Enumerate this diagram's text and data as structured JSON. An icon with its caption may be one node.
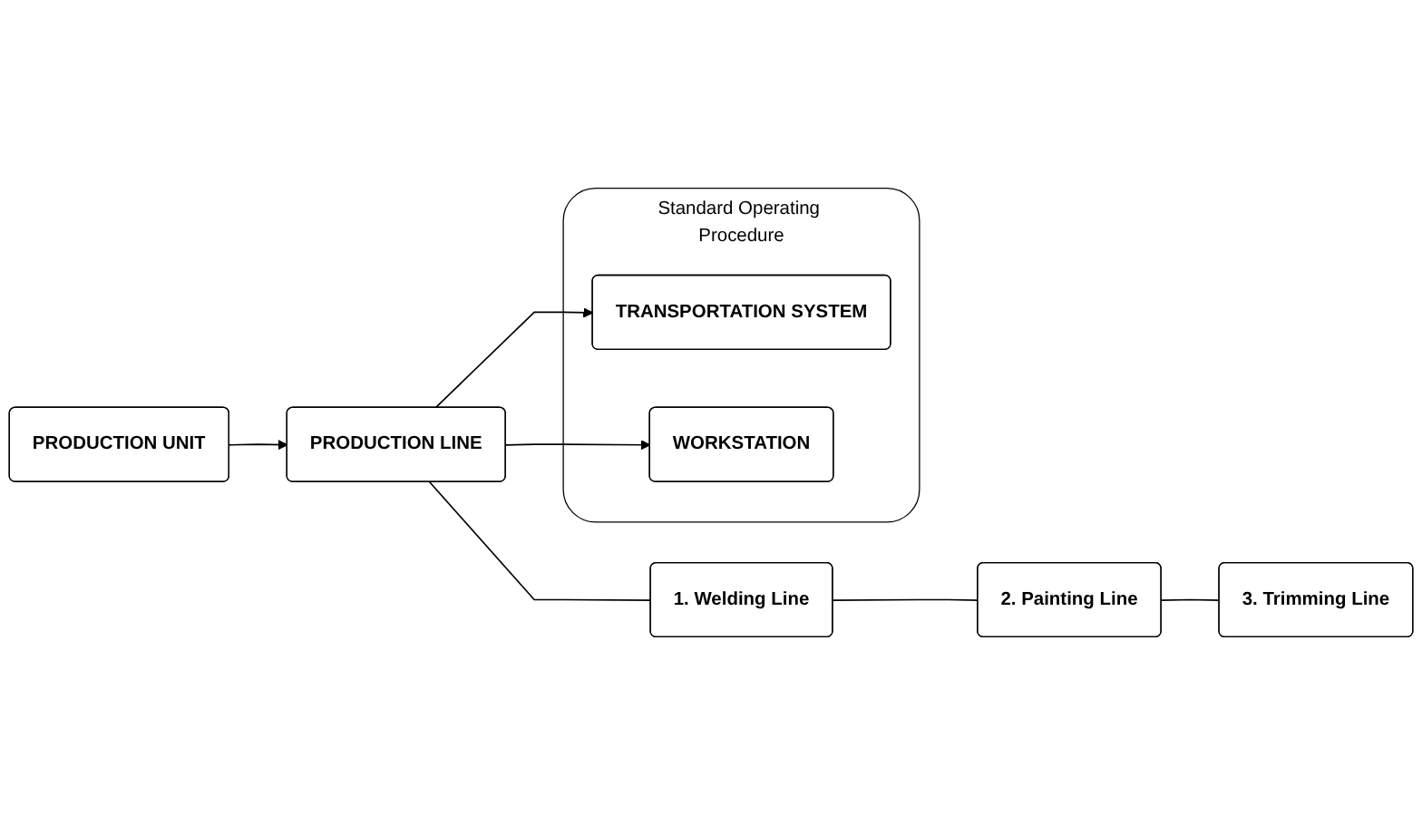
{
  "diagram": {
    "nodes": [
      {
        "text": [
          "PRODUCTION UNIT"
        ]
      },
      {
        "text": [
          "PRODUCTION LINE"
        ]
      },
      {
        "text": [
          "Standard Operating Procedure"
        ]
      },
      {
        "text": [
          "TRANSPORTATION SYSTEM"
        ],
        "in": 2
      },
      {
        "text": [
          "WORKSTATION"
        ],
        "in": 2
      },
      {
        "text": [
          "1. Welding Line"
        ]
      },
      {
        "text": [
          "2. Painting Line"
        ]
      },
      {
        "text": [
          "3. Trimming Line"
        ]
      }
    ],
    "edges": [
      {
        "from": 0,
        "to": 1,
        "arrow": "to"
      },
      {
        "from": 1,
        "to": 3,
        "arrow": "to"
      },
      {
        "from": 1,
        "to": 4,
        "arrow": "to"
      },
      {
        "from": 1,
        "to": 5,
        "arrow": "none"
      },
      {
        "from": 5,
        "to": 6,
        "arrow": "none"
      },
      {
        "from": 6,
        "to": 7,
        "arrow": "none"
      }
    ]
  }
}
